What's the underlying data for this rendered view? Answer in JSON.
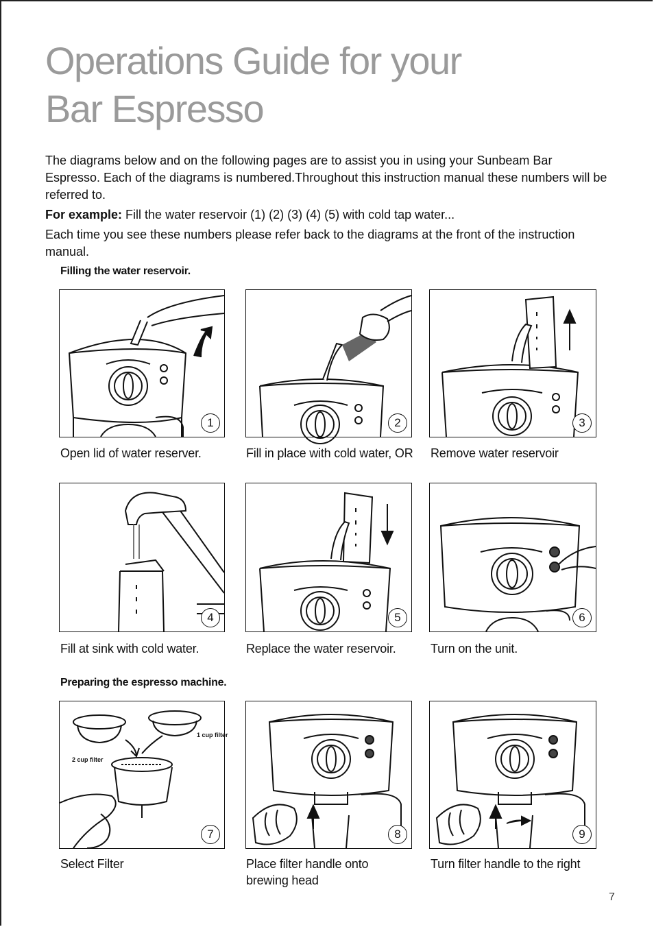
{
  "title": {
    "line1": "Operations Guide for your",
    "line2": "Bar Espresso"
  },
  "intro": {
    "p1": "The diagrams below and on the following pages are to assist you in using your Sunbeam Bar Espresso. Each of the diagrams is numbered.Throughout this instruction manual these numbers will be referred to.",
    "example_label": "For example:",
    "example_text": " Fill the water reservoir (1) (2) (3) (4) (5) with cold tap water...",
    "p3": "Each time you see these numbers please refer back to the diagrams at the front of the instruction manual."
  },
  "sections": {
    "filling": "Filling the water reservoir.",
    "preparing": "Preparing the espresso machine."
  },
  "steps": [
    {
      "num": "1",
      "caption": "Open lid of water reserver."
    },
    {
      "num": "2",
      "caption": "Fill in place with cold water, OR"
    },
    {
      "num": "3",
      "caption": "Remove water reservoir"
    },
    {
      "num": "4",
      "caption": "Fill at sink with cold water."
    },
    {
      "num": "5",
      "caption": "Replace the water reservoir."
    },
    {
      "num": "6",
      "caption": "Turn on the unit."
    },
    {
      "num": "7",
      "caption": "Select Filter"
    },
    {
      "num": "8",
      "caption": "Place filter handle onto brewing head"
    },
    {
      "num": "9",
      "caption": "Turn filter handle to the right"
    }
  ],
  "filter_labels": {
    "one_cup": "1 cup filter",
    "two_cup": "2 cup filter"
  },
  "page_number": "7"
}
